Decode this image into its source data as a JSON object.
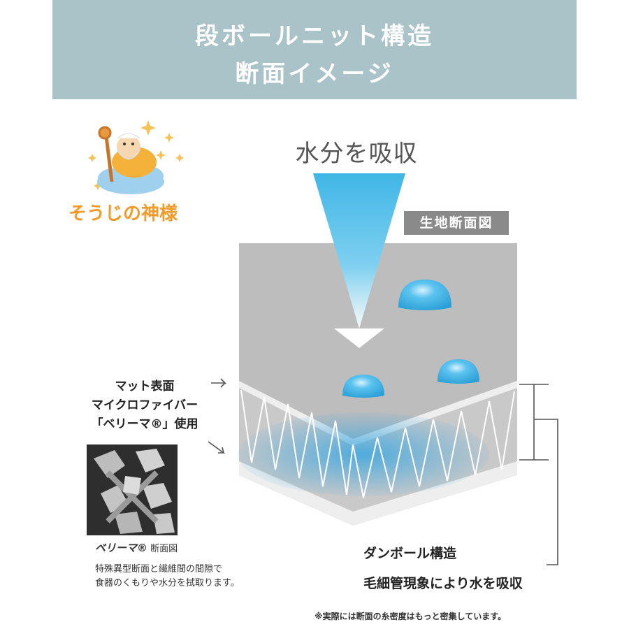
{
  "header": {
    "line1": "段ボールニット構造",
    "line2": "断面イメージ"
  },
  "mascot": {
    "name": "そうじの神様"
  },
  "diagram": {
    "absorb_label": "水分を吸収",
    "fabric_tag": "生地断面図"
  },
  "left_panel": {
    "label_line1": "マット表面",
    "label_line2": "マイクロファイバー",
    "label_line3": "「ベリーマ®」使用",
    "sem_caption_brand": "ベリーマ®",
    "sem_caption_text": "断面図",
    "sem_desc_line1": "特殊異型断面と繊維間の間隙で",
    "sem_desc_line2": "食器のくもりや水分を拭取ります。"
  },
  "right_panel": {
    "structure": "ダンボール構造",
    "capillary": "毛細管現象により水を吸収"
  },
  "footnote": "※実際には断面の糸密度はもっと密集しています。",
  "colors": {
    "header_bg": "#a9c3c9",
    "fabric_gray": "#bdbdbd",
    "water_blue": "#3fb6e6",
    "mascot_orange": "#f39a2a"
  }
}
